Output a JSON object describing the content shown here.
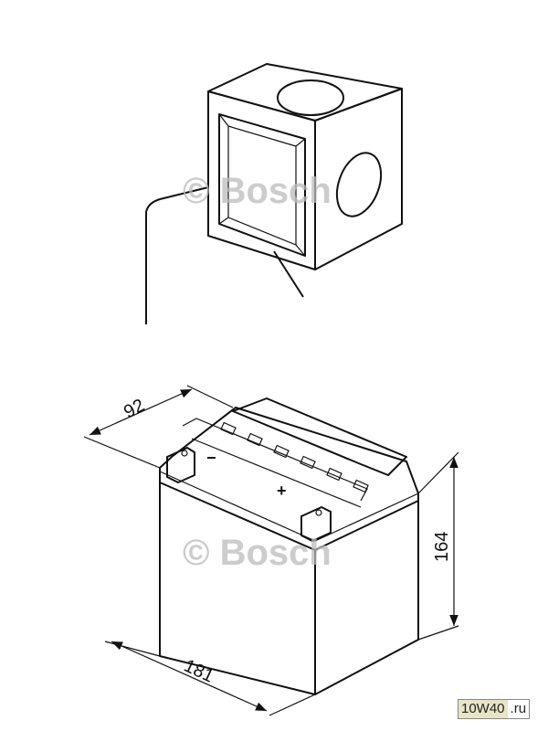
{
  "watermark": "© Bosch",
  "terminal_detail": {
    "watermark": "© Bosch"
  },
  "battery": {
    "negative_sign": "−",
    "positive_sign": "+",
    "dimensions": {
      "depth": "92",
      "height": "164",
      "length": "181"
    }
  },
  "site_logo": {
    "main": "10W40",
    "suffix": ".ru"
  }
}
